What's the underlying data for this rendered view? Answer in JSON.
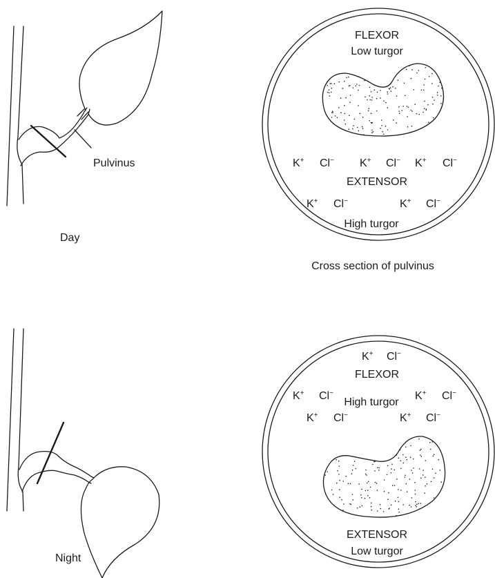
{
  "labels": {
    "pulvinus": "Pulvinus",
    "day": "Day",
    "night": "Night",
    "cross_section": "Cross section of pulvinus"
  },
  "day_section": {
    "flexor_title": "FLEXOR",
    "flexor_turgor": "Low turgor",
    "extensor_title": "EXTENSOR",
    "extensor_turgor": "High turgor",
    "ion_rows": [
      [
        "K",
        "Cl",
        "K",
        "Cl",
        "K",
        "Cl"
      ],
      [
        "K",
        "Cl",
        "K",
        "Cl"
      ]
    ]
  },
  "night_section": {
    "flexor_title": "FLEXOR",
    "flexor_turgor": "High turgor",
    "extensor_title": "EXTENSOR",
    "extensor_turgor": "Low turgor",
    "ion_rows": [
      [
        "K",
        "Cl"
      ],
      [
        "K",
        "Cl",
        "K",
        "Cl"
      ],
      [
        "K",
        "Cl",
        "K",
        "Cl"
      ]
    ]
  },
  "ion_charges": {
    "positive": "+",
    "negative": "−"
  },
  "colors": {
    "ink": "#1a1a1a",
    "background": "#ffffff"
  }
}
